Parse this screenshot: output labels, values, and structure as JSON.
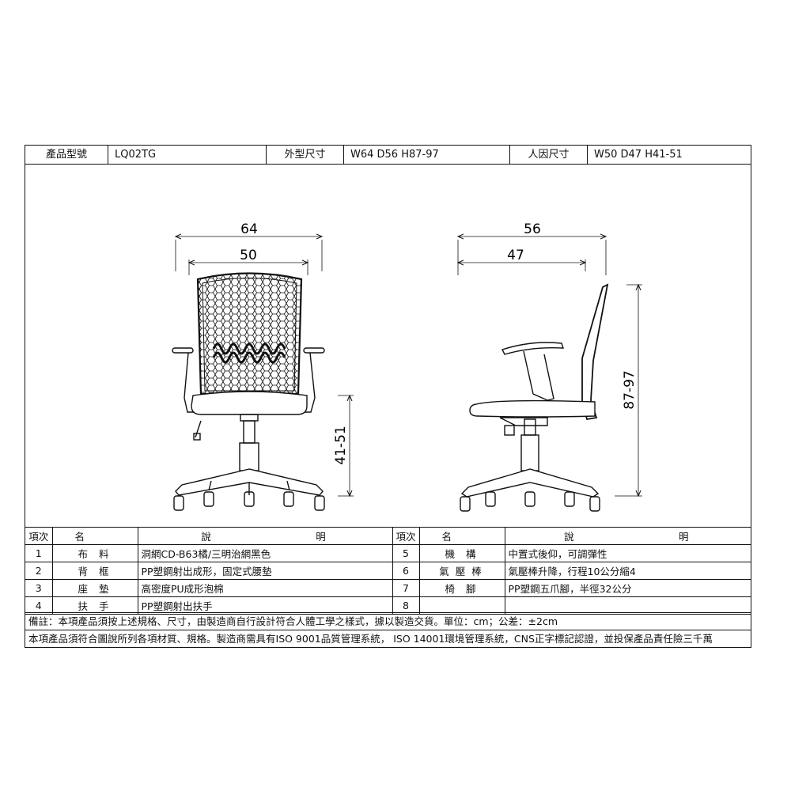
{
  "header": {
    "model_label": "產品型號",
    "model_value": "LQ02TG",
    "size_label": "外型尺寸",
    "size_value": "W64 D56 H87-97",
    "ergo_label": "人因尺寸",
    "ergo_value": "W50 D47 H41-51"
  },
  "drawing": {
    "front_width_outer": "64",
    "front_width_inner": "50",
    "seat_height": "41-51",
    "side_depth_outer": "56",
    "side_depth_inner": "47",
    "total_height": "87-97"
  },
  "table": {
    "headers": {
      "item": "項次",
      "name": "名　稱",
      "desc": "說　明"
    },
    "left": [
      {
        "no": "1",
        "name": "布料",
        "desc": "洞網CD-B63橘/三明治網黑色"
      },
      {
        "no": "2",
        "name": "背框",
        "desc": "PP塑鋼射出成形，固定式腰墊"
      },
      {
        "no": "3",
        "name": "座墊",
        "desc": "高密度PU成形泡棉"
      },
      {
        "no": "4",
        "name": "扶手",
        "desc": "PP塑鋼射出扶手"
      }
    ],
    "right": [
      {
        "no": "5",
        "name": "機構",
        "desc": "中置式後仰，可調彈性"
      },
      {
        "no": "6",
        "name": "氣壓棒",
        "desc": "氣壓棒升降，行程10公分縮4"
      },
      {
        "no": "7",
        "name": "椅腳",
        "desc": "PP塑鋼五爪腳，半徑32公分"
      },
      {
        "no": "8",
        "name": "",
        "desc": ""
      }
    ]
  },
  "notes": [
    "備註：本項產品須按上述規格、尺寸，由製造商自行設計符合人體工學之樣式，據以製造交貨。單位：cm；公差：±2cm",
    "本項產品須符合圖說所列各項材質、規格。製造商需具有ISO 9001品質管理系統， ISO 14001環境管理系統，CNS正字標記認證，並投保產品責任險三千萬"
  ]
}
